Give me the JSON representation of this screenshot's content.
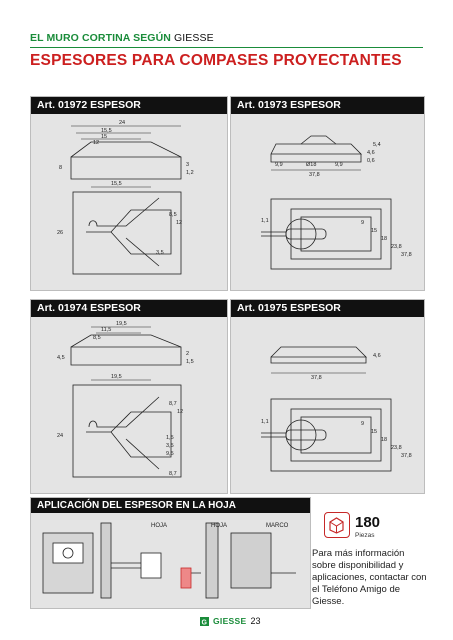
{
  "header": {
    "brand_prefix": "EL MURO CORTINA SEGÚN",
    "brand_name": "GIESSE"
  },
  "title": "ESPESORES PARA COMPASES PROYECTANTES",
  "panels": {
    "p1": {
      "title": "Art. 01972 ESPESOR",
      "dims": [
        "24",
        "15,5",
        "15",
        "12",
        "8",
        "3",
        "1,2",
        "15,5",
        "8,5",
        "12",
        "26",
        "3,5"
      ]
    },
    "p2": {
      "title": "Art. 01973 ESPESOR",
      "dims": [
        "9,9",
        "Ø18",
        "9,9",
        "37,8",
        "5,4",
        "4,6",
        "0,6",
        "1,1",
        "9",
        "15",
        "18",
        "23,8",
        "37,8"
      ]
    },
    "p3": {
      "title": "Art. 01974 ESPESOR",
      "dims": [
        "19,5",
        "11,5",
        "8,5",
        "4,5",
        "2",
        "1,5",
        "19,5",
        "8,7",
        "12",
        "1,5",
        "3,5",
        "9,5",
        "8,7",
        "24"
      ]
    },
    "p4": {
      "title": "Art. 01975 ESPESOR",
      "dims": [
        "37,8",
        "4,6",
        "1,1",
        "9",
        "15",
        "18",
        "23,8",
        "37,8"
      ]
    }
  },
  "application": {
    "title": "APLICACIÓN DEL ESPESOR EN LA HOJA",
    "labels": [
      "HOJA",
      "HOJA",
      "MARCO"
    ]
  },
  "badge": {
    "number": "180",
    "unit": "Piezas"
  },
  "info_text": "Para más información sobre disponibilidad y aplicaciones, contactar con el Teléfono Amigo de Giesse.",
  "footer": {
    "logo": "GIESSE",
    "page": "23"
  },
  "colors": {
    "green": "#1a8c3a",
    "red": "#cc1f1f",
    "panel": "#e4e4e4"
  }
}
